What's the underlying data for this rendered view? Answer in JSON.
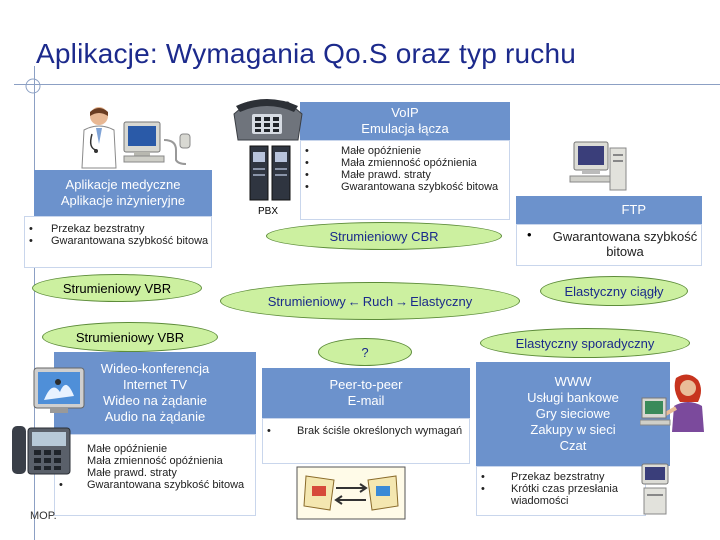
{
  "slide": {
    "title": "Aplikacje: Wymagania Qo.S oraz typ ruchu",
    "footer": "MOP."
  },
  "voip": {
    "title_line1": "VoIP",
    "title_line2": "Emulacja łącza"
  },
  "voip_reqs": [
    "Małe opóźnienie",
    "Mała zmienność opóźnienia",
    "Małe prawd. straty",
    "Gwarantowana szybkość bitowa"
  ],
  "pbx_label": "PBX",
  "medical": {
    "line1": "Aplikacje medyczne",
    "line2": "Aplikacje inżynieryjne"
  },
  "medical_reqs": [
    "Przekaz bezstratny",
    "Gwarantowana szybkość bitowa"
  ],
  "ftp": {
    "title": "FTP",
    "req": "Gwarantowana szybkość bitowa"
  },
  "stream_cbr": "Strumieniowy CBR",
  "stream_vbr_1": "Strumieniowy VBR",
  "stream_vbr_2": "Strumieniowy VBR",
  "stream_elastic": {
    "left": "Strumieniowy",
    "mid": "Ruch",
    "right": "Elastyczny"
  },
  "elastic_continuous": "Elastyczny ciągły",
  "elastic_sporadic": "Elastyczny sporadyczny",
  "question": "?",
  "video": {
    "lines": [
      "Wideo-konferencja",
      "Internet TV",
      "Wideo na żądanie",
      "Audio na żądanie"
    ]
  },
  "video_reqs": [
    "Małe opóźnienie",
    "Mała zmienność opóźnienia",
    "Małe prawd. straty",
    "Gwarantowana szybkość bitowa"
  ],
  "p2p": {
    "line1": "Peer-to-peer",
    "line2": "E-mail"
  },
  "p2p_reqs": [
    "Brak ściśle określonych wymagań"
  ],
  "www": {
    "lines": [
      "WWW",
      "Usługi bankowe",
      "Gry sieciowe",
      "Zakupy w sieci",
      "Czat"
    ]
  },
  "www_reqs": [
    "Przekaz bezstratny",
    "Krótki czas przesłania wiadomości"
  ],
  "colors": {
    "title": "#1c2a8c",
    "box": "#6c92cc",
    "ellipse": "#ccf0a0",
    "stream_text": "#1a2a8a"
  },
  "icons": [
    "doctor-icon",
    "computer-icon",
    "phone-icon",
    "pbx-server-icon",
    "desktop-pc-icon",
    "tv-icon",
    "ip-phone-icon",
    "peer-to-peer-icon",
    "woman-at-computer-icon"
  ]
}
